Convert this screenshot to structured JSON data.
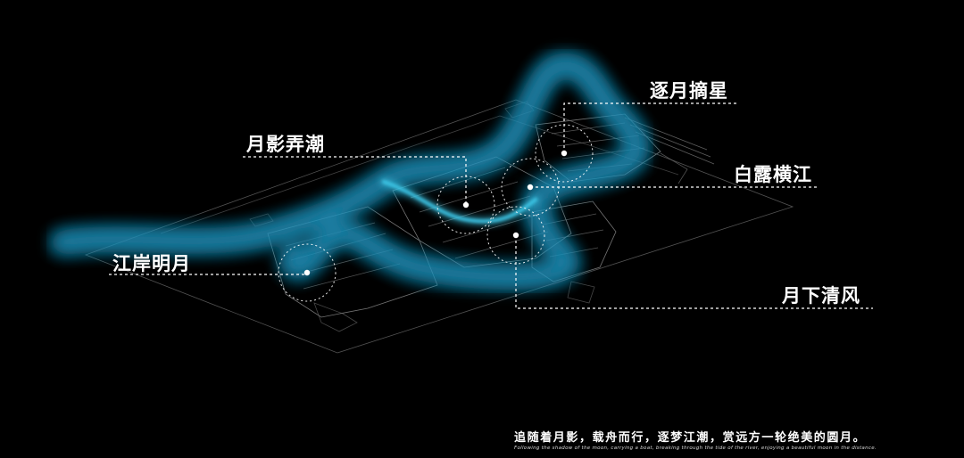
{
  "nodes": {
    "jiangan": "江岸明月",
    "yueying": "月影弄潮",
    "zhuyue": "逐月摘星",
    "bailu": "白露横江",
    "yuexia": "月下清风"
  },
  "caption": {
    "zh": "追随着月影，载舟而行，逐梦江潮，赏远方一轮绝美的圆月。",
    "en": "Following the shadow of the moon, carrying a boat, breaking through the tide of the river, enjoying a beautiful moon in the distance."
  },
  "colors": {
    "river": "#3ec6e6",
    "river_glow": "#1d8fb8",
    "linework": "#8a8a8a",
    "label": "#ffffff",
    "background": "#000000"
  }
}
